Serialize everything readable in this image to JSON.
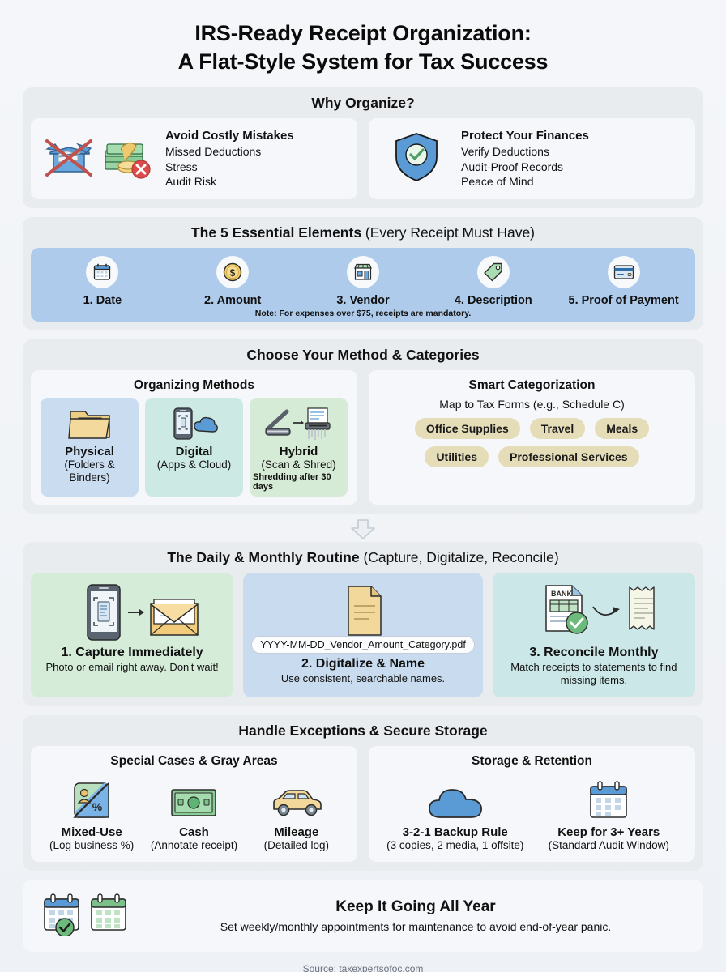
{
  "title": {
    "line1": "IRS-Ready Receipt Organization:",
    "line2": "A Flat-Style System for Tax Success"
  },
  "why": {
    "heading": "Why Organize?",
    "cards": [
      {
        "head": "Avoid Costly Mistakes",
        "lines": [
          "Missed Deductions",
          "Stress",
          "Audit Risk"
        ],
        "icons": [
          "crossed-out-box-of-receipts-icon",
          "cash-stack-with-red-x-icon"
        ]
      },
      {
        "head": "Protect Your Finances",
        "lines": [
          "Verify Deductions",
          "Audit-Proof Records",
          "Peace of Mind"
        ],
        "icons": [
          "shield-check-icon"
        ]
      }
    ]
  },
  "essentials": {
    "heading_bold": "The 5 Essential Elements ",
    "heading_thin": "(Every Receipt Must Have)",
    "items": [
      {
        "label": "1. Date",
        "icon": "calendar-icon"
      },
      {
        "label": "2. Amount",
        "icon": "dollar-coin-icon"
      },
      {
        "label": "3. Vendor",
        "icon": "storefront-icon"
      },
      {
        "label": "4. Description",
        "icon": "price-tag-icon"
      },
      {
        "label": "5. Proof of Payment",
        "icon": "credit-card-icon"
      }
    ],
    "note": "Note: For expenses over $75, receipts are mandatory."
  },
  "method_section": {
    "heading": "Choose Your Method & Categories",
    "methods": {
      "title": "Organizing Methods",
      "items": [
        {
          "name": "Physical",
          "sub": "(Folders & Binders)",
          "note": "",
          "icon": "folder-icon"
        },
        {
          "name": "Digital",
          "sub": "(Apps & Cloud)",
          "note": "",
          "icon": "phone-cloud-icon"
        },
        {
          "name": "Hybrid",
          "sub": "(Scan & Shred)",
          "note": "Shredding after 30 days",
          "icon": "scanner-shredder-icon"
        }
      ]
    },
    "categories": {
      "title": "Smart Categorization",
      "subtitle": "Map to Tax Forms (e.g., Schedule C)",
      "chips": [
        "Office Supplies",
        "Travel",
        "Meals",
        "Utilities",
        "Professional Services"
      ]
    }
  },
  "routine": {
    "heading_bold": "The Daily & Monthly Routine ",
    "heading_thin": "(Capture, Digitalize, Reconcile)",
    "steps": [
      {
        "name": "1. Capture Immediately",
        "sub": "Photo or email right away. Don't wait!",
        "icon": "phone-scan-to-envelope-icon",
        "filename": ""
      },
      {
        "name": "2. Digitalize & Name",
        "sub": "Use consistent, searchable names.",
        "icon": "document-icon",
        "filename": "YYYY-MM-DD_Vendor_Amount_Category.pdf"
      },
      {
        "name": "3. Reconcile Monthly",
        "sub": "Match receipts to statements to find missing items.",
        "icon": "bank-statement-to-receipt-icon",
        "filename": ""
      }
    ]
  },
  "exceptions": {
    "heading": "Handle Exceptions & Secure Storage",
    "special": {
      "title": "Special Cases & Gray Areas",
      "items": [
        {
          "name": "Mixed-Use",
          "sub": "(Log business %)",
          "icon": "person-percent-split-icon"
        },
        {
          "name": "Cash",
          "sub": "(Annotate receipt)",
          "icon": "cash-bill-icon"
        },
        {
          "name": "Mileage",
          "sub": "(Detailed log)",
          "icon": "car-icon"
        }
      ]
    },
    "storage": {
      "title": "Storage & Retention",
      "items": [
        {
          "name": "3-2-1 Backup Rule",
          "sub": "(3 copies, 2 media, 1 offsite)",
          "icon": "cloud-icon"
        },
        {
          "name": "Keep for 3+ Years",
          "sub": "(Standard Audit Window)",
          "icon": "calendar-icon"
        }
      ]
    }
  },
  "keep": {
    "title": "Keep It Going All Year",
    "sub": "Set weekly/monthly appointments for maintenance to avoid end-of-year panic.",
    "icons": [
      "calendar-check-icon",
      "calendar-green-icon"
    ]
  },
  "source": "Source: taxexpertsofoc.com",
  "colors": {
    "band_blue": "#aecbeb",
    "chip_tan": "#e5dcb8",
    "card_green": "#d5ecd9",
    "card_blue": "#c9dcef",
    "card_teal": "#cbe7e7",
    "section_bg": "#e9ecef",
    "page_bg": "#f3f5f8"
  }
}
